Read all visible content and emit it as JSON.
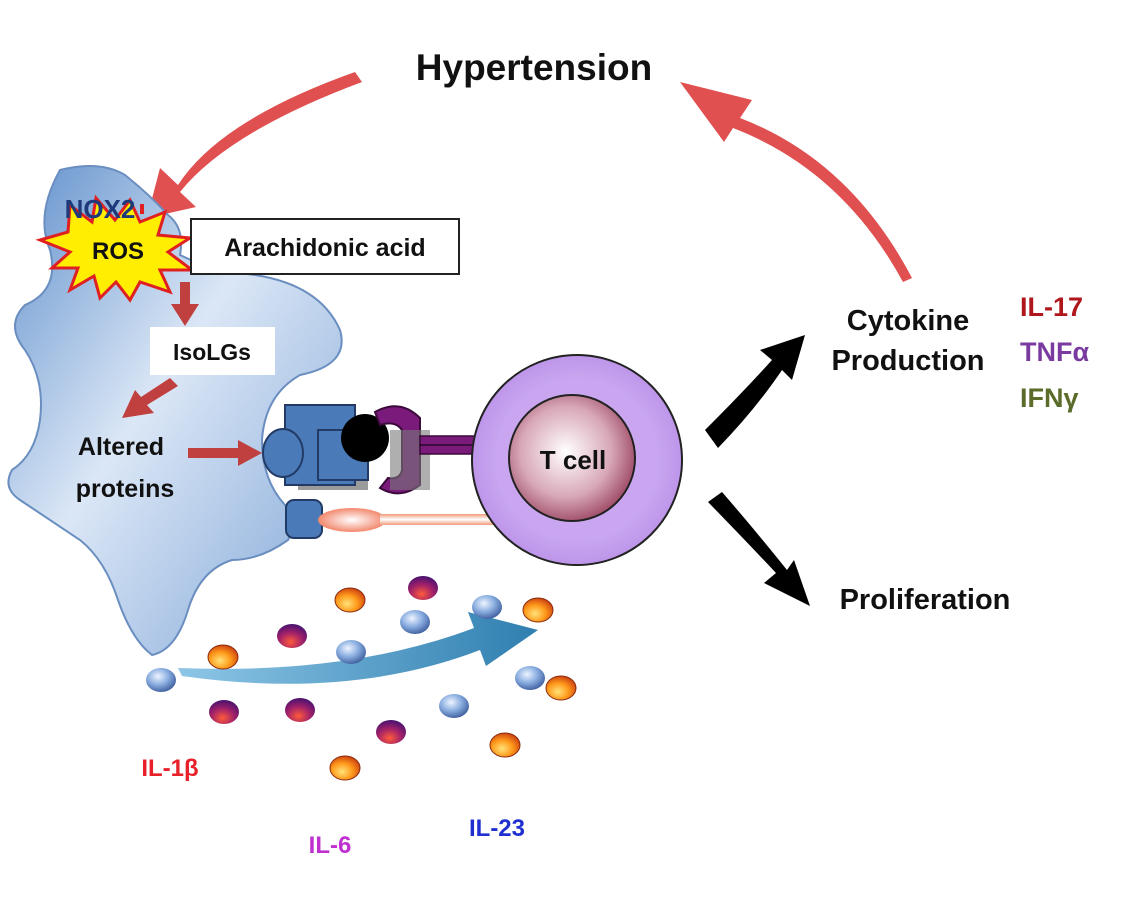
{
  "labels": {
    "hypertension": "Hypertension",
    "nox2": "NOX2",
    "ros": "ROS",
    "arachidonic_acid": "Arachidonic acid",
    "isolgs": "IsoLGs",
    "altered_line1": "Altered",
    "altered_line2": "proteins",
    "t_cell": "T cell",
    "cytokine_line1": "Cytokine",
    "cytokine_line2": "Production",
    "proliferation": "Proliferation"
  },
  "cytokines_out": [
    {
      "text": "IL-17",
      "color": "#b0171c"
    },
    {
      "text": "TNFα",
      "color": "#7a3aa0"
    },
    {
      "text": "IFNγ",
      "color": "#5a6b2a"
    }
  ],
  "cytokines_in": [
    {
      "text": "IL-1β",
      "color": "#e8202a"
    },
    {
      "text": "IL-6",
      "color": "#c030d0"
    },
    {
      "text": "IL-23",
      "color": "#2030d0"
    }
  ],
  "colors": {
    "cycle_arrow": "#e05050",
    "cell_body": "#8fb0dd",
    "ros_burst": "#ffee00",
    "ros_border": "#e02020",
    "tcell_outer": "#c9a6ef",
    "tcell_nucleus": "#9b3a5a",
    "flow_arrow": "#3a8cb8",
    "black_arrow": "#000000",
    "mhc": "#4a7bb8",
    "tcr": "#7a1a7a"
  }
}
